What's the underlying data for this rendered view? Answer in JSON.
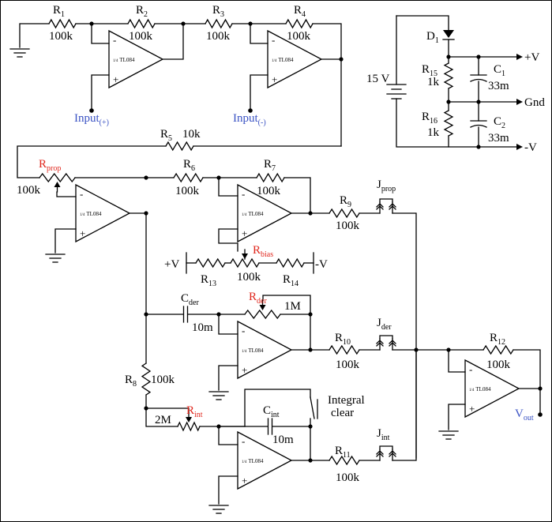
{
  "ic_part": "TL084",
  "ic_fraction": "1/4",
  "colors": {
    "variable": "#e0271d",
    "io": "#3b53c4",
    "ink": "#000000"
  },
  "resistors": [
    {
      "id": "R1",
      "name": "R",
      "sub": "1",
      "value": "100k"
    },
    {
      "id": "R2",
      "name": "R",
      "sub": "2",
      "value": "100k"
    },
    {
      "id": "R3",
      "name": "R",
      "sub": "3",
      "value": "100k"
    },
    {
      "id": "R4",
      "name": "R",
      "sub": "4",
      "value": "100k"
    },
    {
      "id": "R5",
      "name": "R",
      "sub": "5",
      "value": "10k"
    },
    {
      "id": "R6",
      "name": "R",
      "sub": "6",
      "value": "100k"
    },
    {
      "id": "R7",
      "name": "R",
      "sub": "7",
      "value": "100k"
    },
    {
      "id": "R8",
      "name": "R",
      "sub": "8",
      "value": "100k"
    },
    {
      "id": "R9",
      "name": "R",
      "sub": "9",
      "value": "100k"
    },
    {
      "id": "R10",
      "name": "R",
      "sub": "10",
      "value": "100k"
    },
    {
      "id": "R11",
      "name": "R",
      "sub": "11",
      "value": "100k"
    },
    {
      "id": "R12",
      "name": "R",
      "sub": "12",
      "value": "100k"
    },
    {
      "id": "R13",
      "name": "R",
      "sub": "13",
      "value": ""
    },
    {
      "id": "R14",
      "name": "R",
      "sub": "14",
      "value": ""
    },
    {
      "id": "R15",
      "name": "R",
      "sub": "15",
      "value": "1k"
    },
    {
      "id": "R16",
      "name": "R",
      "sub": "16",
      "value": "1k"
    }
  ],
  "pots": [
    {
      "id": "Rprop",
      "name": "R",
      "sub": "prop",
      "value": "100k"
    },
    {
      "id": "Rbias",
      "name": "R",
      "sub": "bias",
      "value": "100k"
    },
    {
      "id": "Rder",
      "name": "R",
      "sub": "der",
      "value": "1M"
    },
    {
      "id": "Rint",
      "name": "R",
      "sub": "int",
      "value": "2M"
    }
  ],
  "capacitors": [
    {
      "id": "C1",
      "name": "C",
      "sub": "1",
      "value": "33m"
    },
    {
      "id": "C2",
      "name": "C",
      "sub": "2",
      "value": "33m"
    },
    {
      "id": "Cder",
      "name": "C",
      "sub": "der",
      "value": "10m"
    },
    {
      "id": "Cint",
      "name": "C",
      "sub": "int",
      "value": "10m"
    }
  ],
  "jumpers": [
    {
      "id": "Jprop",
      "name": "J",
      "sub": "prop"
    },
    {
      "id": "Jder",
      "name": "J",
      "sub": "der"
    },
    {
      "id": "Jint",
      "name": "J",
      "sub": "int"
    }
  ],
  "diode": {
    "name": "D",
    "sub": "1"
  },
  "supply": {
    "battery": "15 V",
    "pos": "+V",
    "gnd": "Gnd",
    "neg": "-V"
  },
  "bias_supply": {
    "pos": "+V",
    "neg": "-V"
  },
  "inputs": {
    "pos_name": "Input",
    "pos_sub": "(+)",
    "neg_name": "Input",
    "neg_sub": "(-)"
  },
  "output": {
    "name": "V",
    "sub": "out"
  },
  "switch_label": {
    "line1": "Integral",
    "line2": "clear"
  },
  "opamp_minus": "-",
  "opamp_plus": "+"
}
